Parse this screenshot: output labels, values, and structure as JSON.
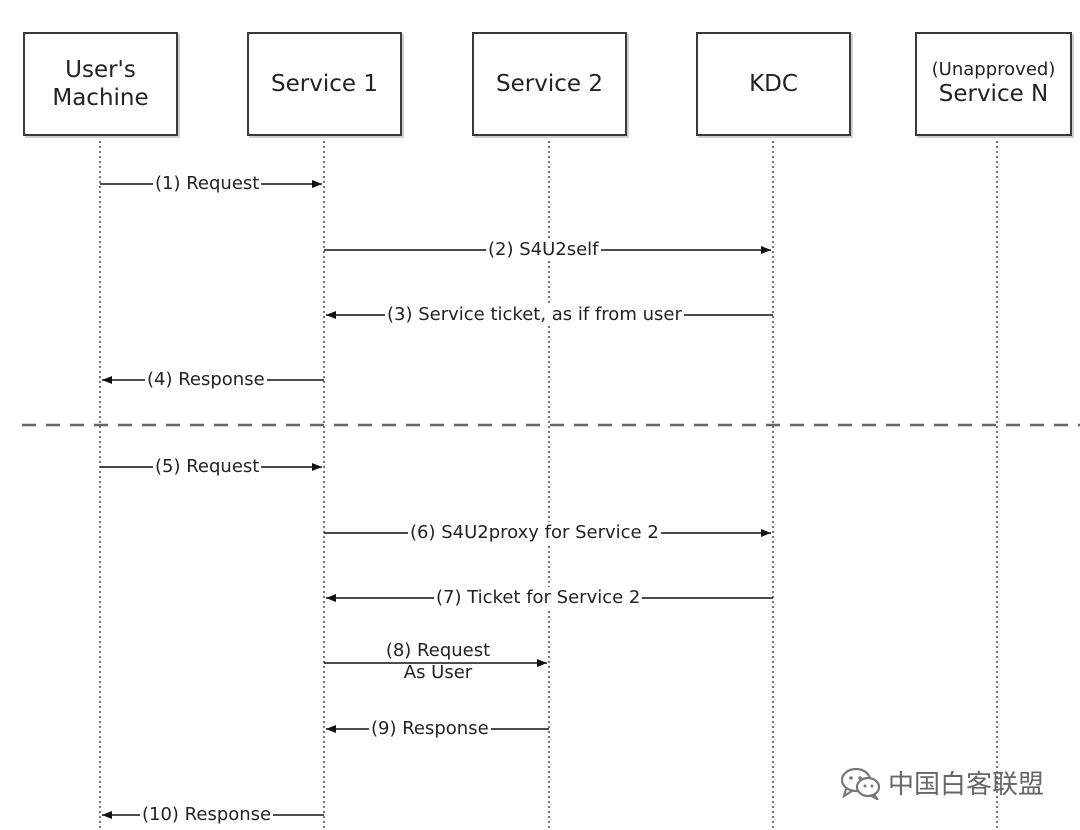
{
  "actors": [
    {
      "key": "user",
      "label_line1": "User's",
      "label_line2": "Machine"
    },
    {
      "key": "s1",
      "label": "Service 1"
    },
    {
      "key": "s2",
      "label": "Service 2"
    },
    {
      "key": "kdc",
      "label": "KDC"
    },
    {
      "key": "sn",
      "qualifier": "(Unapproved)",
      "label": "Service N"
    }
  ],
  "messages": [
    {
      "id": 1,
      "text": "(1) Request",
      "from": "user",
      "to": "s1"
    },
    {
      "id": 2,
      "text": "(2) S4U2self",
      "from": "s1",
      "to": "kdc"
    },
    {
      "id": 3,
      "text": "(3) Service ticket, as if from user",
      "from": "kdc",
      "to": "s1"
    },
    {
      "id": 4,
      "text": "(4) Response",
      "from": "s1",
      "to": "user"
    },
    {
      "id": 5,
      "text": "(5) Request",
      "from": "user",
      "to": "s1"
    },
    {
      "id": 6,
      "text": "(6) S4U2proxy for Service 2",
      "from": "s1",
      "to": "kdc"
    },
    {
      "id": 7,
      "text": "(7) Ticket for Service 2",
      "from": "kdc",
      "to": "s1"
    },
    {
      "id": 8,
      "text_line1": "(8) Request",
      "text_line2": "As User",
      "from": "s1",
      "to": "s2"
    },
    {
      "id": 9,
      "text": "(9) Response",
      "from": "s2",
      "to": "s1"
    },
    {
      "id": 10,
      "text": "(10) Response",
      "from": "s1",
      "to": "user"
    }
  ],
  "watermark": {
    "text": "中国白客联盟",
    "icon": "wechat-icon"
  }
}
